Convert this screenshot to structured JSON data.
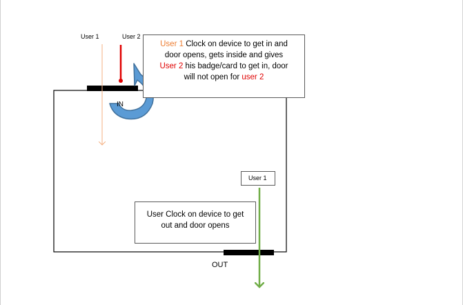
{
  "labels": {
    "user1_top": "User 1",
    "user2_top": "User 2",
    "in": "IN",
    "out": "OUT",
    "user1_exit": "User 1"
  },
  "callout_in": {
    "line1_user": "User 1",
    "line1_rest": " Clock on device to get in and",
    "line2": "door opens, gets inside and gives",
    "line3_user": "User 2",
    "line3_rest": " his badge/card to get in, door",
    "line4_pre": "will not open for ",
    "line4_user": "user 2"
  },
  "callout_out": {
    "line1": "User Clock on device to get",
    "line2": "out and door opens"
  },
  "colors": {
    "user1": "#ed7d31",
    "user1_arrow": "#f4b183",
    "user2": "#e00000",
    "exit_arrow": "#70ad47",
    "curved_arrow_fill": "#5b9bd5",
    "curved_arrow_stroke": "#41719c",
    "door": "#000000"
  }
}
